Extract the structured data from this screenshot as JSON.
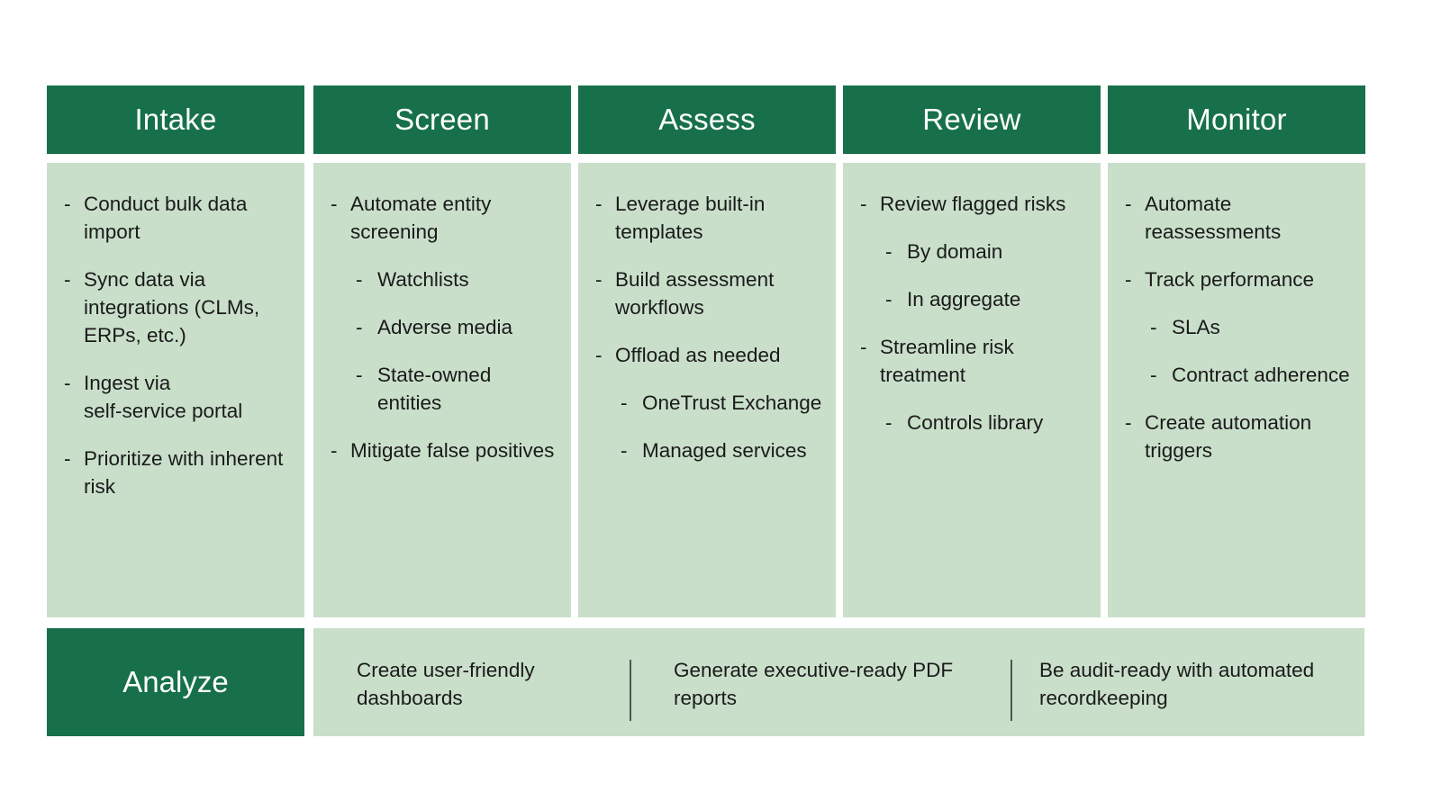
{
  "theme": {
    "header_green": "#17704A",
    "body_green": "#C9DFCA",
    "text_dark": "#1A1A1A",
    "header_text": "#FFFFFF",
    "divider": "#4A5A4E",
    "background": "#FFFFFF"
  },
  "stages": [
    {
      "title": "Intake",
      "bullets": [
        {
          "level": 1,
          "marker": "-",
          "text": "Conduct bulk data import"
        },
        {
          "level": 1,
          "marker": "-",
          "text": "Sync data via integrations (CLMs, ERPs, etc.)"
        },
        {
          "level": 1,
          "marker": "-",
          "text": "Ingest via\nself-service portal"
        },
        {
          "level": 1,
          "marker": "-",
          "text": "Prioritize with inherent risk"
        }
      ]
    },
    {
      "title": "Screen",
      "bullets": [
        {
          "level": 1,
          "marker": "-",
          "text": "Automate entity screening"
        },
        {
          "level": 2,
          "marker": "-",
          "text": "Watchlists"
        },
        {
          "level": 2,
          "marker": "-",
          "text": "Adverse media"
        },
        {
          "level": 2,
          "marker": "-",
          "text": "State-owned entities"
        },
        {
          "level": 1,
          "marker": "-",
          "text": "Mitigate false positives"
        }
      ]
    },
    {
      "title": "Assess",
      "bullets": [
        {
          "level": 1,
          "marker": "-",
          "text": "Leverage built-in templates"
        },
        {
          "level": 1,
          "marker": "-",
          "text": "Build assessment workflows"
        },
        {
          "level": 1,
          "marker": "-",
          "text": "Offload as needed"
        },
        {
          "level": 2,
          "marker": "-",
          "text": "OneTrust Exchange"
        },
        {
          "level": 2,
          "marker": "-",
          "text": "Managed services"
        }
      ]
    },
    {
      "title": "Review",
      "bullets": [
        {
          "level": 1,
          "marker": "-",
          "text": "Review flagged risks"
        },
        {
          "level": 2,
          "marker": "-",
          "text": "By domain"
        },
        {
          "level": 2,
          "marker": "-",
          "text": "In aggregate"
        },
        {
          "level": 1,
          "marker": "-",
          "text": "Streamline risk treatment"
        },
        {
          "level": 2,
          "marker": "-",
          "text": "Controls library"
        }
      ]
    },
    {
      "title": "Monitor",
      "bullets": [
        {
          "level": 1,
          "marker": "-",
          "text": "Automate reassessments"
        },
        {
          "level": 1,
          "marker": "-",
          "text": "Track performance"
        },
        {
          "level": 2,
          "marker": "-",
          "text": "SLAs"
        },
        {
          "level": 2,
          "marker": "-",
          "text": "Contract adherence"
        },
        {
          "level": 1,
          "marker": "-",
          "text": "Create automation triggers"
        }
      ]
    }
  ],
  "analyze": {
    "label": "Analyze",
    "items": [
      "Create user-friendly dashboards",
      "Generate executive-ready PDF reports",
      "Be audit-ready with automated recordkeeping"
    ]
  }
}
